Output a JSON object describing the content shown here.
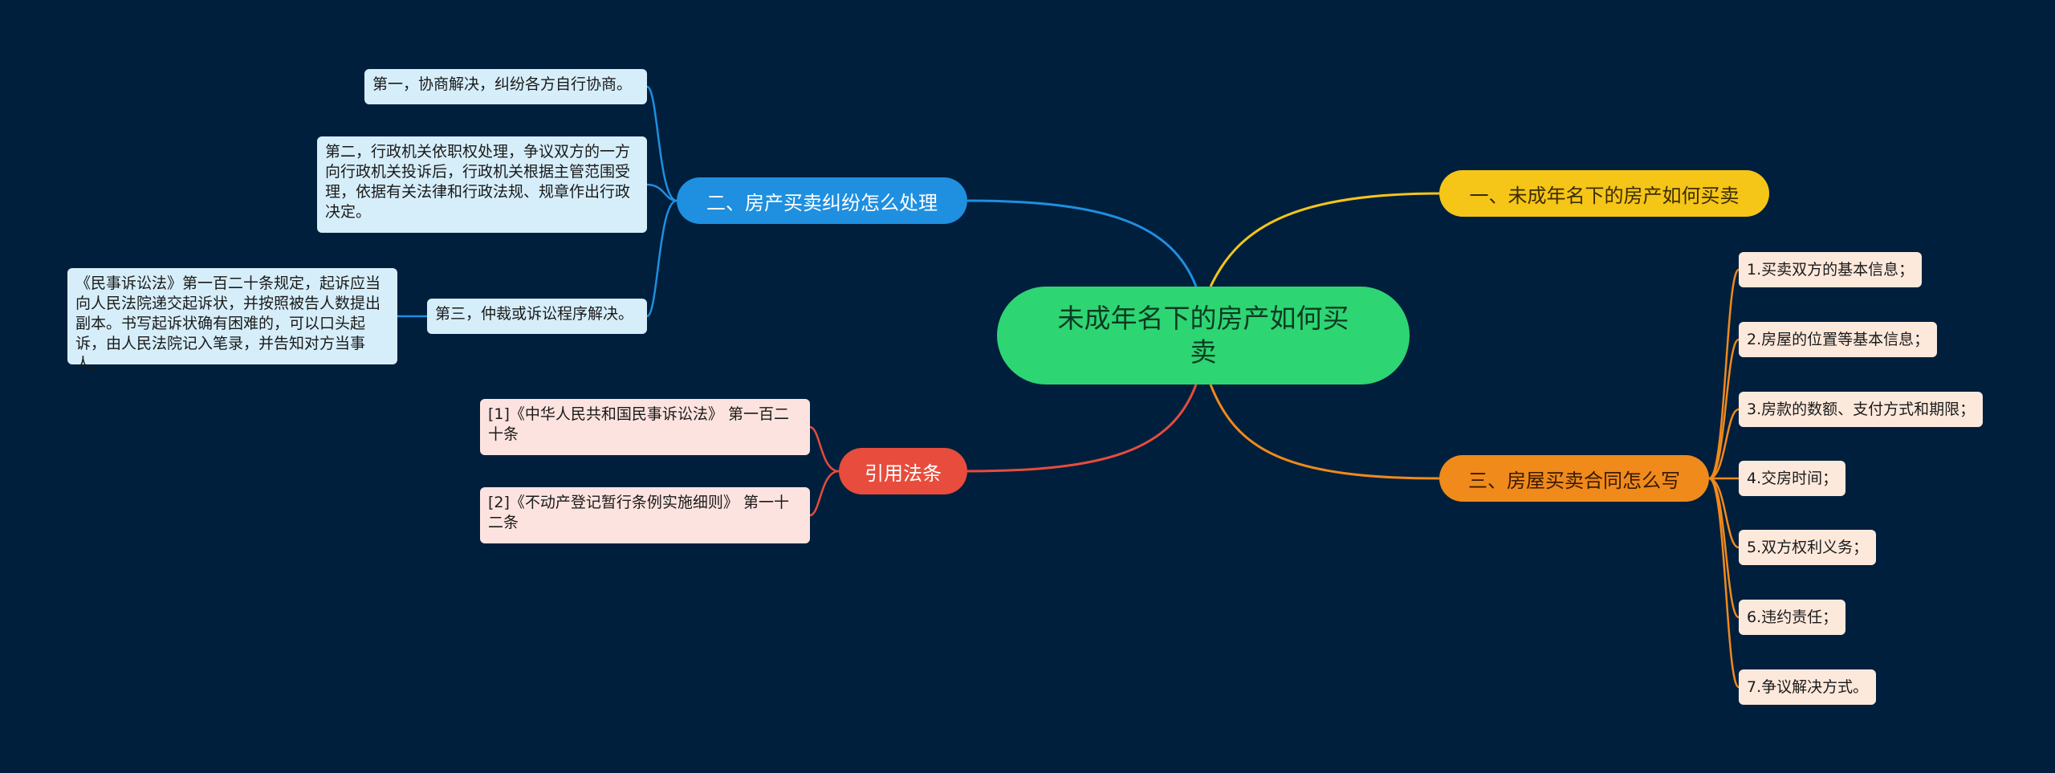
{
  "root": {
    "text": "未成年名下的房产如何买卖"
  },
  "branches": {
    "b1": {
      "label": "一、未成年名下的房产如何买卖",
      "color": "#f5c518"
    },
    "b2": {
      "label": "二、房产买卖纠纷怎么处理",
      "color": "#1f8fe0"
    },
    "b3": {
      "label": "三、房屋买卖合同怎么写",
      "color": "#f08a1b"
    },
    "b4": {
      "label": "引用法条",
      "color": "#e74c3c"
    }
  },
  "dispute_items": [
    "第一，协商解决，纠纷各方自行协商。",
    "第二，行政机关依职权处理，争议双方的一方向行政机关投诉后，行政机关根据主管范围受理，依据有关法律和行政法规、规章作出行政决定。",
    "第三，仲裁或诉讼程序解决。"
  ],
  "dispute_sub": "《民事诉讼法》第一百二十条规定，起诉应当向人民法院递交起诉状，并按照被告人数提出副本。书写起诉状确有困难的，可以口头起诉，由人民法院记入笔录，并告知对方当事人。",
  "contract_items": [
    "1.买卖双方的基本信息；",
    "2.房屋的位置等基本信息；",
    "3.房款的数额、支付方式和期限；",
    "4.交房时间；",
    "5.双方权利义务；",
    "6.违约责任；",
    "7.争议解决方式。"
  ],
  "law_items": [
    "[1]《中华人民共和国民事诉讼法》 第一百二十条",
    "[2]《不动产登记暂行条例实施细则》 第一十二条"
  ]
}
